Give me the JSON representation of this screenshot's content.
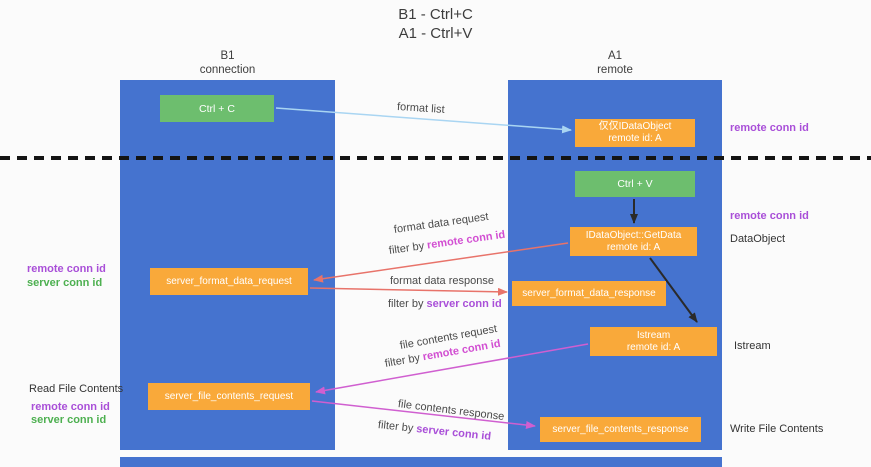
{
  "title": {
    "line1": "B1 - Ctrl+C",
    "line2": "A1 - Ctrl+V"
  },
  "lanes": {
    "left": {
      "name": "B1",
      "subtitle": "connection"
    },
    "right": {
      "name": "A1",
      "subtitle": "remote"
    }
  },
  "nodes": {
    "ctrl_c": {
      "label": "Ctrl + C"
    },
    "ctrl_v": {
      "label": "Ctrl + V"
    },
    "idataobject": {
      "line1": "仅仅IDataObject",
      "line2": "remote id: A"
    },
    "getdata": {
      "line1": "IDataObject::GetData",
      "line2": "remote id: A"
    },
    "istream": {
      "line1": "Istream",
      "line2": "remote id: A"
    },
    "format_request": {
      "label": "server_format_data_request"
    },
    "format_response": {
      "label": "server_format_data_response"
    },
    "file_request": {
      "label": "server_file_contents_request"
    },
    "file_response": {
      "label": "server_file_contents_response"
    }
  },
  "arrow_labels": {
    "format_list": "format list",
    "format_request": {
      "text": "format data request",
      "filter": "filter by",
      "key": "remote conn id"
    },
    "format_response": {
      "text": "format data response",
      "filter": "filter by",
      "key": "server conn id"
    },
    "file_request": {
      "text": "file contents request",
      "filter": "filter by",
      "key": "remote conn id"
    },
    "file_response": {
      "text": "file contents response",
      "filter": "filter by",
      "key": "server conn id"
    }
  },
  "side_labels": {
    "right_remote_conn_top": "remote conn id",
    "right_remote_conn_mid": "remote conn id",
    "dataobject": "DataObject",
    "istream": "Istream",
    "write_file_contents": "Write File Contents",
    "left_remote_conn_top": "remote conn id",
    "left_server_conn_top": "server conn id",
    "read_file_contents": "Read File Contents",
    "left_remote_conn_bottom": "remote conn id",
    "left_server_conn_bottom": "server conn id"
  },
  "colors": {
    "lane_blue": "#4573cf",
    "node_green": "#6dbe6e",
    "node_orange": "#f9a93a",
    "purple_text": "#a94fd8",
    "green_text": "#4db050",
    "magenta_text": "#d24fd2",
    "arrow_salmon": "#e8736a",
    "arrow_magenta": "#d05fd0",
    "arrow_light_blue": "#a9d5f2",
    "arrow_black": "#2a2a2a"
  }
}
